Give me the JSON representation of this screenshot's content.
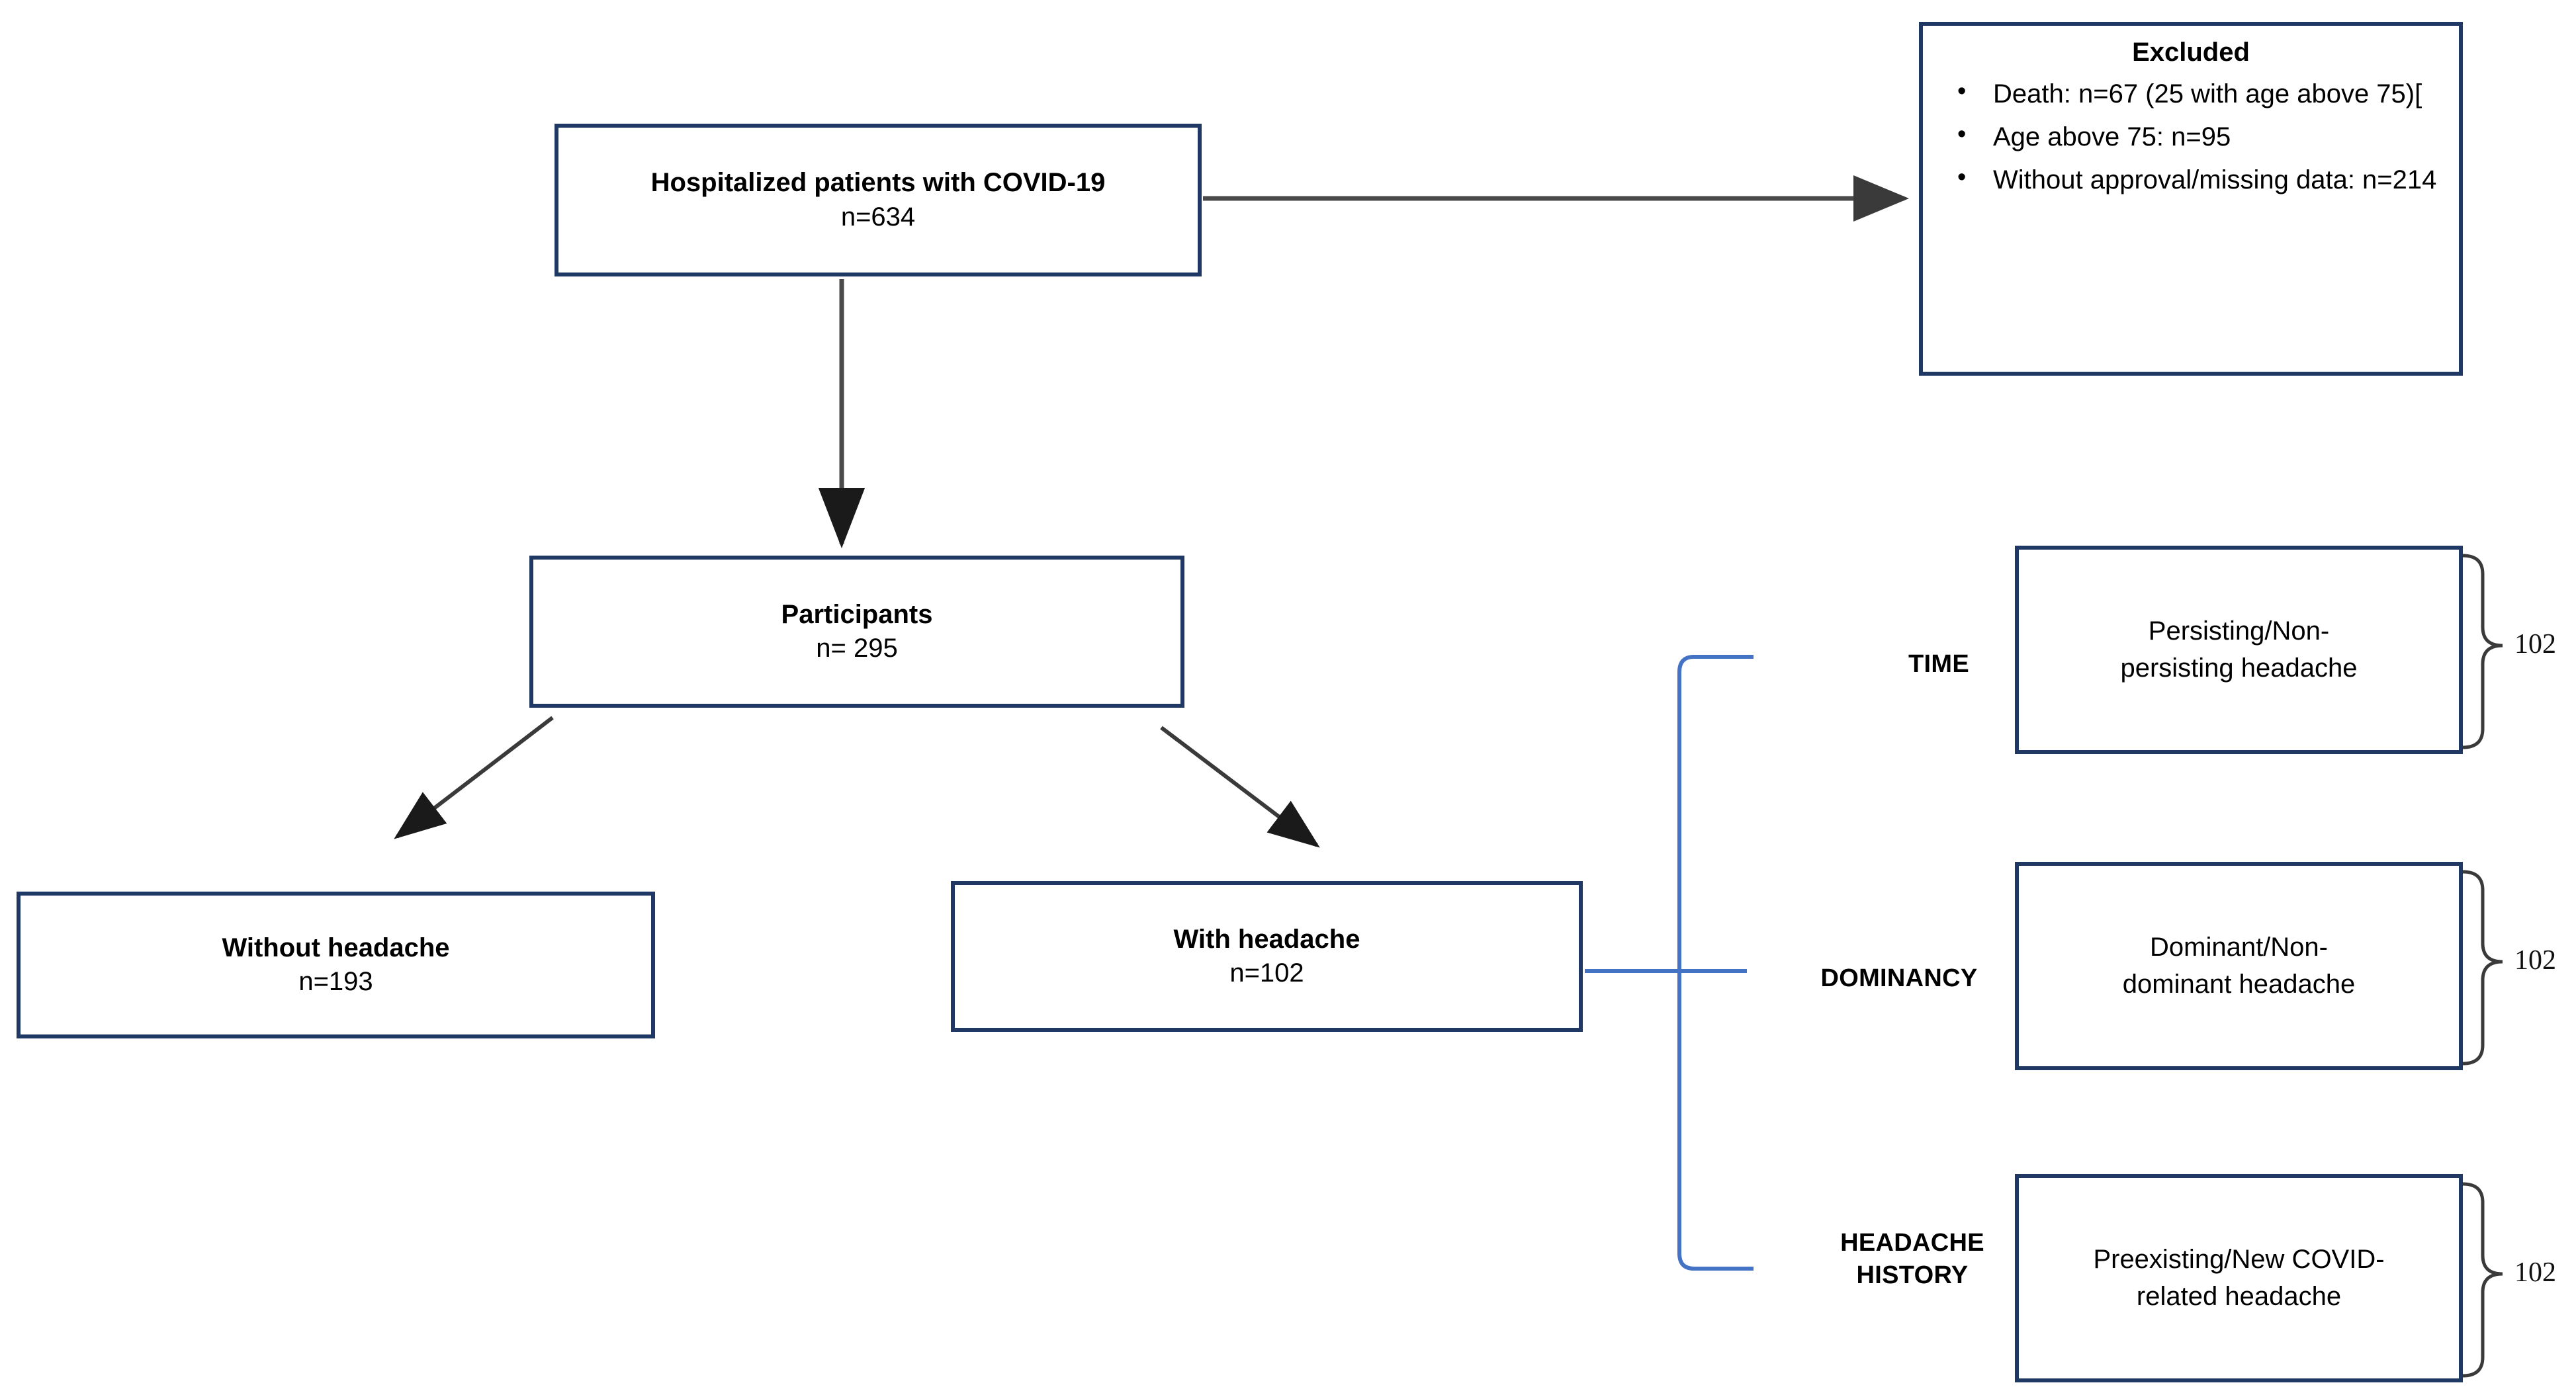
{
  "diagram": {
    "type": "flowchart",
    "title": "Study participant flow diagram",
    "colors": {
      "box_border": "#1F3864",
      "arrow": "#404040",
      "bracket_blue": "#4472C4",
      "brace_gray": "#404040",
      "background": "#FFFFFF"
    },
    "nodes": {
      "hospitalized": {
        "line1": "Hospitalized patients with COVID-19",
        "line2": "n=634"
      },
      "excluded": {
        "title": "Excluded",
        "items": [
          "Death: n=67 (25 with age above 75)[",
          "Age above 75: n=95",
          "Without approval/missing data: n=214"
        ],
        "bullet_glyph": "•"
      },
      "participants": {
        "line1": "Participants",
        "line2": "n= 295"
      },
      "without_headache": {
        "line1": "Without headache",
        "line2": "n=193"
      },
      "with_headache": {
        "line1": "With headache",
        "line2": "n=102"
      }
    },
    "categories": [
      {
        "label": "TIME",
        "label_lines": [
          "TIME"
        ],
        "box_lines": [
          "Persisting/Non-",
          "persisting headache"
        ],
        "count": "102"
      },
      {
        "label": "DOMINANCY",
        "label_lines": [
          "DOMINANCY"
        ],
        "box_lines": [
          "Dominant/Non-",
          "dominant headache"
        ],
        "count": "102"
      },
      {
        "label": "HEADACHE HISTORY",
        "label_lines": [
          "HEADACHE",
          "HISTORY"
        ],
        "box_lines": [
          "Preexisting/New COVID-",
          "related headache"
        ],
        "count": "102"
      }
    ]
  }
}
